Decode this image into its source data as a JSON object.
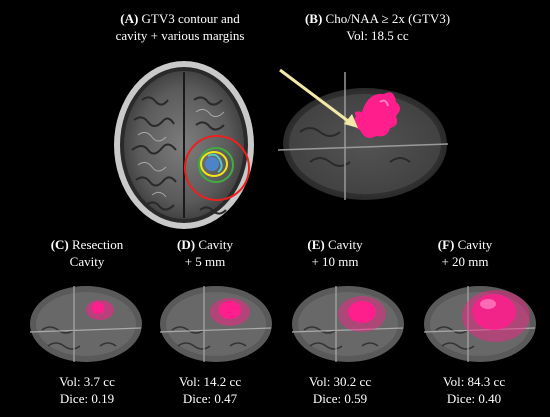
{
  "panels": {
    "a": {
      "letter": "(A)",
      "line1": "GTV3 contour and",
      "line2": "cavity + various margins"
    },
    "b": {
      "letter": "(B)",
      "line1": "Cho/NAA ≥ 2x (GTV3)",
      "line2": "Vol: 18.5 cc"
    },
    "c": {
      "letter": "(C)",
      "line1": "Resection",
      "line2": "Cavity",
      "vol": "Vol: 3.7 cc",
      "dice": "Dice: 0.19"
    },
    "d": {
      "letter": "(D)",
      "line1": "Cavity",
      "line2": "+ 5 mm",
      "vol": "Vol: 14.2 cc",
      "dice": "Dice: 0.47"
    },
    "e": {
      "letter": "(E)",
      "line1": "Cavity",
      "line2": "+ 10 mm",
      "vol": "Vol: 30.2 cc",
      "dice": "Dice: 0.59"
    },
    "f": {
      "letter": "(F)",
      "line1": "Cavity",
      "line2": "+ 20 mm",
      "vol": "Vol: 84.3 cc",
      "dice": "Dice: 0.40"
    }
  },
  "colors": {
    "magenta": "#ff1e8c",
    "arrow": "#f2e9a6",
    "contour_red": "#e8231f",
    "contour_green": "#3fae3f",
    "contour_yellow": "#f4e21a"
  }
}
